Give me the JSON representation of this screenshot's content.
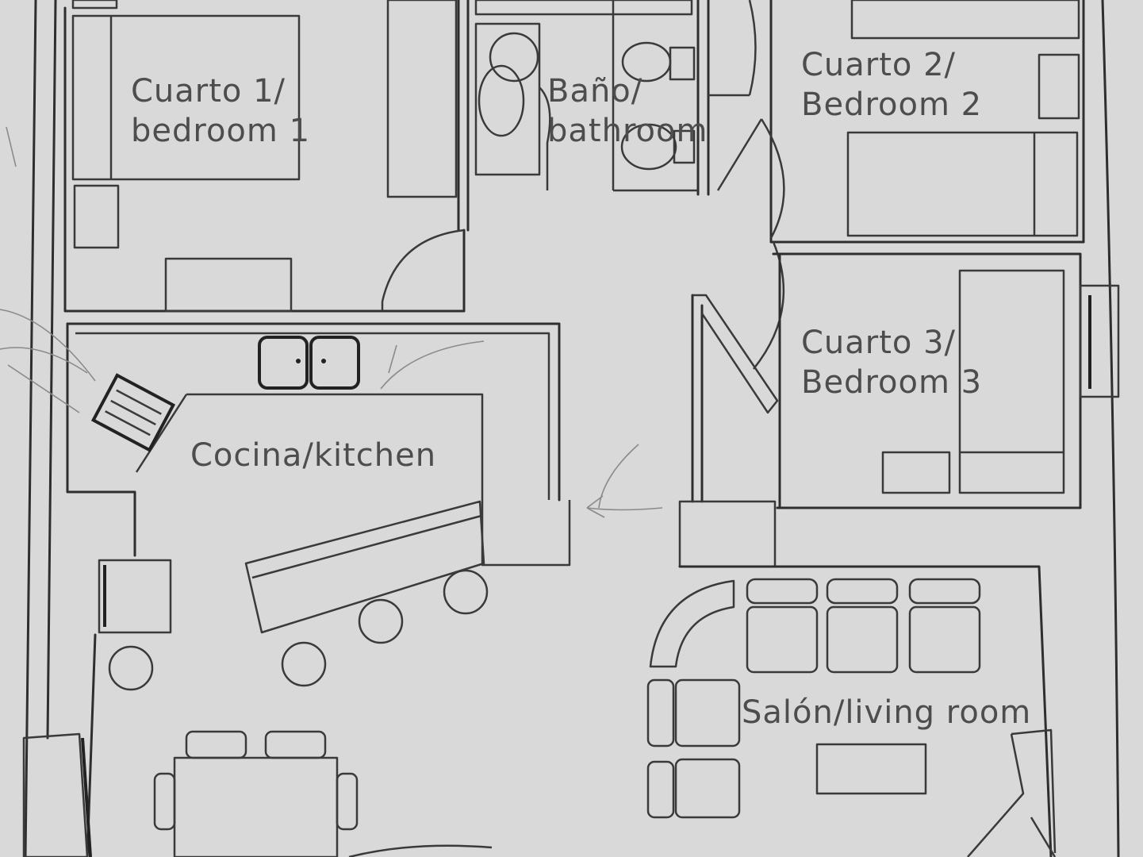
{
  "floor_plan": {
    "rooms": {
      "bedroom1": {
        "line1": "Cuarto 1/",
        "line2": "bedroom 1"
      },
      "bathroom": {
        "line1": "Baño/",
        "line2": "bathroom"
      },
      "bedroom2": {
        "line1": "Cuarto 2/",
        "line2": "Bedroom 2"
      },
      "bedroom3": {
        "line1": "Cuarto 3/",
        "line2": "Bedroom 3"
      },
      "kitchen": {
        "line1": "Cocina/kitchen"
      },
      "livingroom": {
        "line1": "Salón/living room"
      }
    },
    "colors": {
      "paper": "#d9d9d9",
      "ink": "#2e2e2e",
      "label": "#4d4d4d",
      "pencil": "#8a8a8a"
    }
  }
}
